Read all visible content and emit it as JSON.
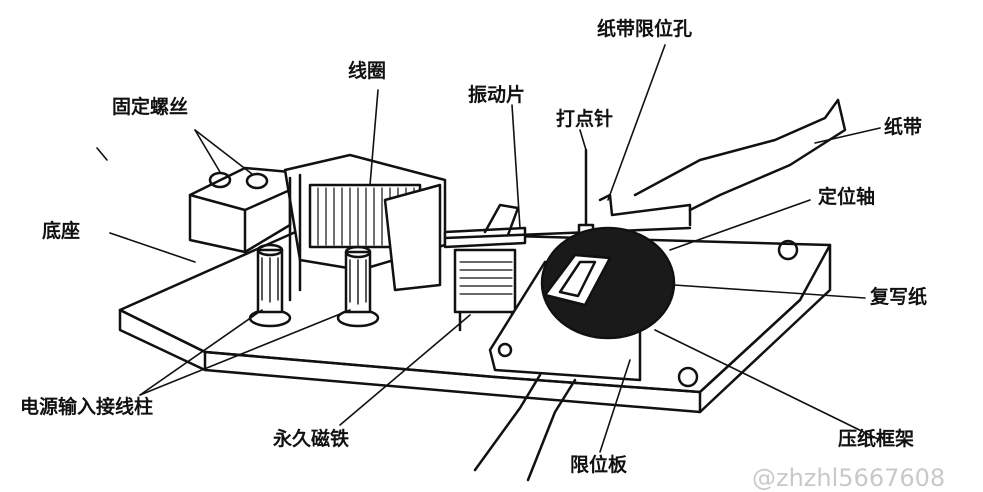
{
  "diagram": {
    "labels": {
      "gudingluosi": "固定螺丝",
      "xianquan": "线圈",
      "zhendongpian": "振动片",
      "dadianzhen": "打点针",
      "zhidaixianweikong": "纸带限位孔",
      "zhidai": "纸带",
      "dingweizhou": "定位轴",
      "fuxiezhi": "复写纸",
      "yazhikuangjia": "压纸框架",
      "xianweiban": "限位板",
      "yongjiucitie": "永久磁铁",
      "dizuo": "底座",
      "dianyuanshuru": "电源输入接线柱"
    },
    "watermark": "@zhzhl5667608"
  },
  "colors": {
    "ink": "#111111",
    "paper": "#ffffff",
    "watermark": "#c9c9c9"
  }
}
